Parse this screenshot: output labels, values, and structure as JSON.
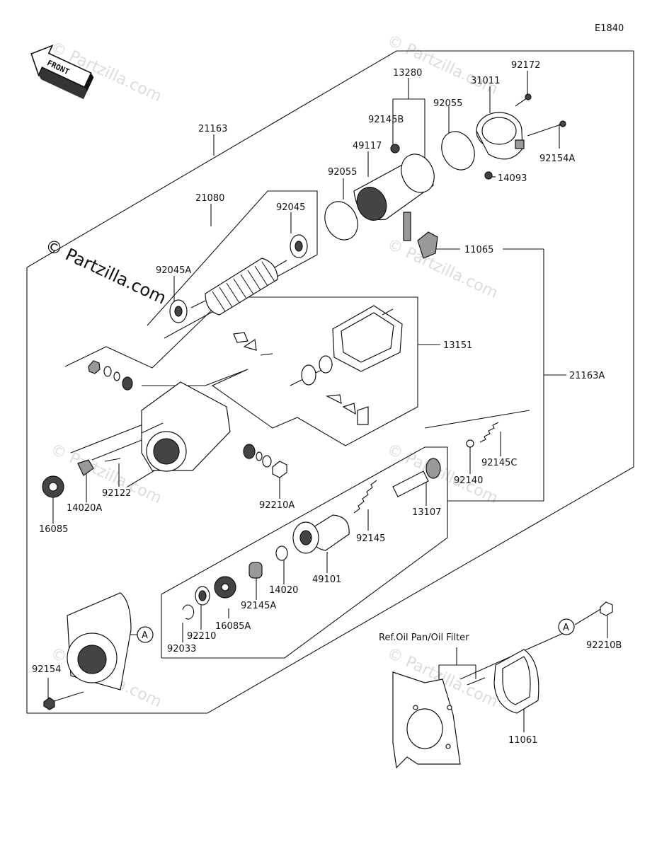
{
  "diagram_code": "E1840",
  "front_label": "FRONT",
  "watermark": "© Partzilla.com",
  "reference_note": "Ref.Oil Pan/Oil Filter",
  "callout_letter": "A",
  "parts": [
    {
      "id": "p92172",
      "text": "92172"
    },
    {
      "id": "p13280",
      "text": "13280"
    },
    {
      "id": "p31011",
      "text": "31011"
    },
    {
      "id": "p21163",
      "text": "21163"
    },
    {
      "id": "p92145B",
      "text": "92145B"
    },
    {
      "id": "p92055a",
      "text": "92055"
    },
    {
      "id": "p49117",
      "text": "49117"
    },
    {
      "id": "p92154A",
      "text": "92154A"
    },
    {
      "id": "p92055b",
      "text": "92055"
    },
    {
      "id": "p14093",
      "text": "14093"
    },
    {
      "id": "p21080",
      "text": "21080"
    },
    {
      "id": "p92045",
      "text": "92045"
    },
    {
      "id": "p11065",
      "text": "11065"
    },
    {
      "id": "p92045A",
      "text": "92045A"
    },
    {
      "id": "p13151",
      "text": "13151"
    },
    {
      "id": "p21163A",
      "text": "21163A"
    },
    {
      "id": "p92145C",
      "text": "92145C"
    },
    {
      "id": "p92140",
      "text": "92140"
    },
    {
      "id": "p92122",
      "text": "92122"
    },
    {
      "id": "p14020A",
      "text": "14020A"
    },
    {
      "id": "p92210A",
      "text": "92210A"
    },
    {
      "id": "p13107",
      "text": "13107"
    },
    {
      "id": "p16085",
      "text": "16085"
    },
    {
      "id": "p92145",
      "text": "92145"
    },
    {
      "id": "p49101",
      "text": "49101"
    },
    {
      "id": "p14020",
      "text": "14020"
    },
    {
      "id": "p92145A",
      "text": "92145A"
    },
    {
      "id": "p16085A",
      "text": "16085A"
    },
    {
      "id": "p92210",
      "text": "92210"
    },
    {
      "id": "p92033",
      "text": "92033"
    },
    {
      "id": "p92210B",
      "text": "92210B"
    },
    {
      "id": "p92154",
      "text": "92154"
    },
    {
      "id": "p11061",
      "text": "11061"
    }
  ]
}
